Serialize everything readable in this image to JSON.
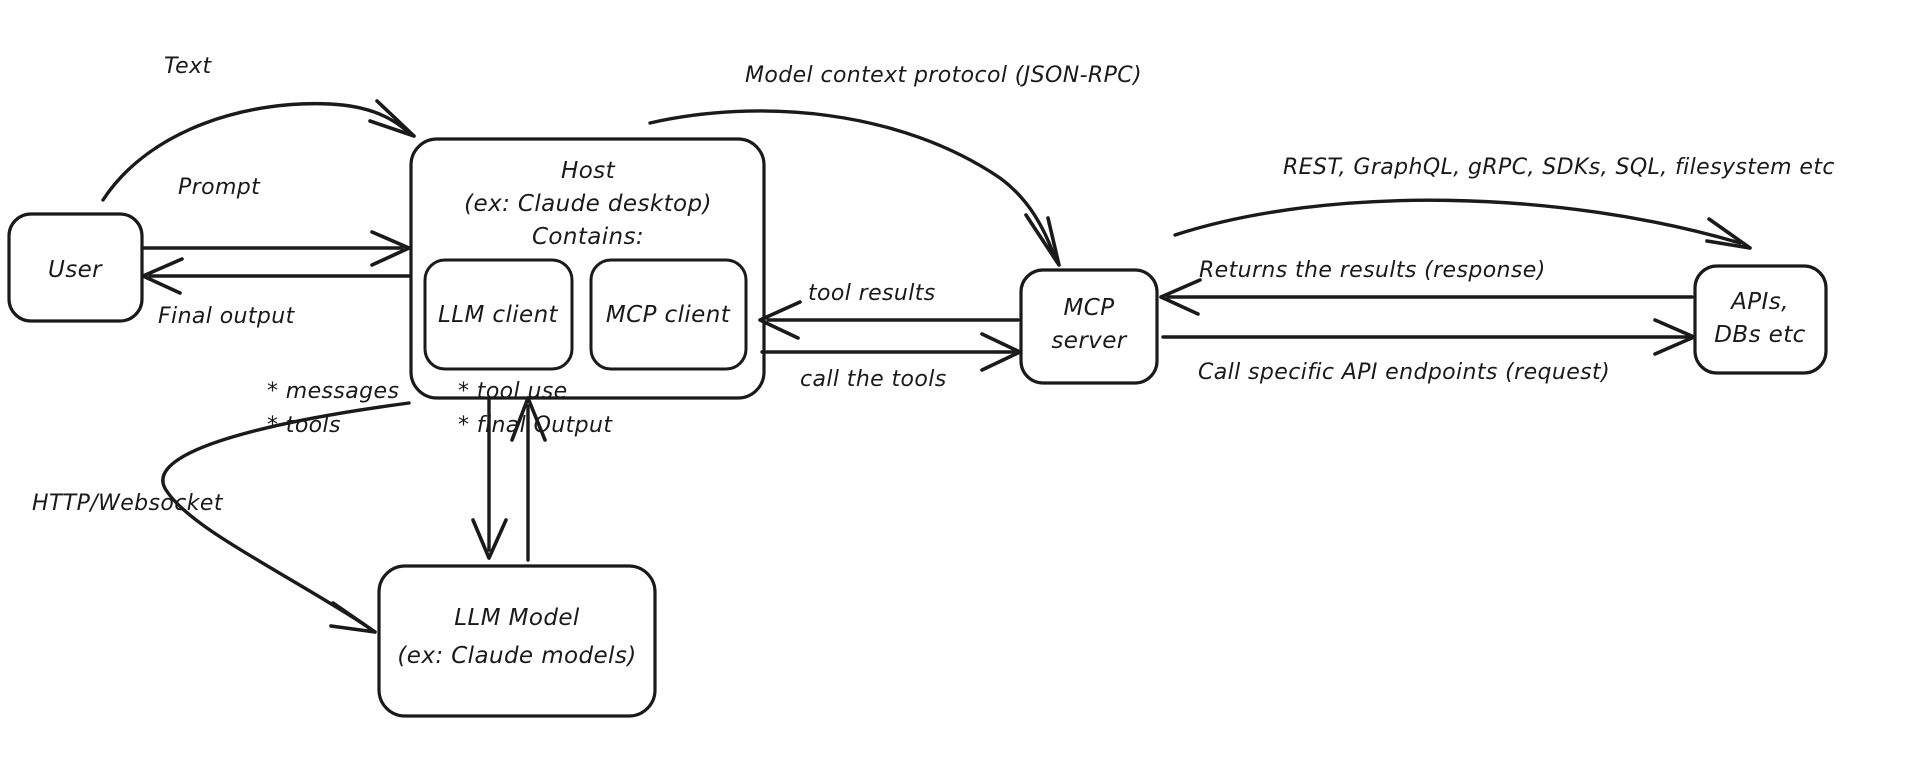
{
  "diagram": {
    "title": "Model Context Protocol architecture",
    "stroke_color": "#1a1a1a",
    "background_color": "#ffffff",
    "nodes": {
      "user": {
        "label": "User"
      },
      "host": {
        "line1": "Host",
        "line2": "(ex: Claude desktop)",
        "line3": "Contains:",
        "children": {
          "llm_client": {
            "label": "LLM client"
          },
          "mcp_client": {
            "label": "MCP client"
          }
        }
      },
      "mcp_server": {
        "line1": "MCP",
        "line2": "server"
      },
      "apis": {
        "line1": "APIs,",
        "line2": "DBs etc"
      },
      "llm_model": {
        "line1": "LLM Model",
        "line2": "(ex: Claude models)"
      }
    },
    "edges": {
      "text": {
        "label": "Text"
      },
      "prompt": {
        "label": "Prompt"
      },
      "final_output": {
        "label": "Final output"
      },
      "mcp_protocol": {
        "label": "Model context protocol (JSON-RPC)"
      },
      "tool_results": {
        "label": "tool results"
      },
      "call_the_tools": {
        "label": "call the tools"
      },
      "rest_stack": {
        "label": "REST, GraphQL, gRPC, SDKs, SQL, filesystem etc"
      },
      "returns_results": {
        "label": "Returns the results (response)"
      },
      "call_endpoints": {
        "label": "Call specific API endpoints (request)"
      },
      "messages": {
        "line1": "* messages",
        "line2": "* tools"
      },
      "tool_use": {
        "line1": "* tool use",
        "line2": "* final Output"
      },
      "http_websocket": {
        "label": "HTTP/Websocket"
      }
    }
  }
}
